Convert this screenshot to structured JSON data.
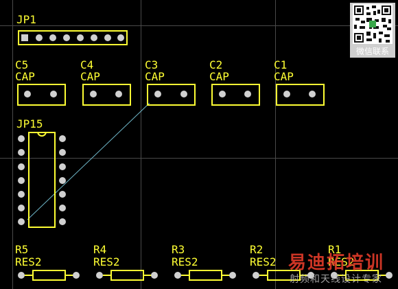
{
  "colors": {
    "background": "#000000",
    "silkscreen": "#ffff33",
    "pad": "#d0d0d0",
    "grid": "#4a4a4a",
    "ratsnest": "#6fb7c9",
    "watermark": "#e23b2a"
  },
  "components": {
    "jp1": {
      "designator": "JP1"
    },
    "c5": {
      "designator": "C5",
      "comment": "CAP"
    },
    "c4": {
      "designator": "C4",
      "comment": "CAP"
    },
    "c3": {
      "designator": "C3",
      "comment": "CAP"
    },
    "c2": {
      "designator": "C2",
      "comment": "CAP"
    },
    "c1": {
      "designator": "C1",
      "comment": "CAP"
    },
    "jp15": {
      "designator": "JP15"
    },
    "r5": {
      "designator": "R5",
      "comment": "RES2"
    },
    "r4": {
      "designator": "R4",
      "comment": "RES2"
    },
    "r3": {
      "designator": "R3",
      "comment": "RES2"
    },
    "r2": {
      "designator": "R2",
      "comment": "RES2"
    },
    "r1": {
      "designator": "R1",
      "comment": "RES2"
    }
  },
  "overlay": {
    "qr_caption": "微信联系",
    "watermark_main": "易迪拓培训",
    "watermark_sub": "射频和天线设计专家",
    "qr_icon": "qr-code-icon"
  }
}
